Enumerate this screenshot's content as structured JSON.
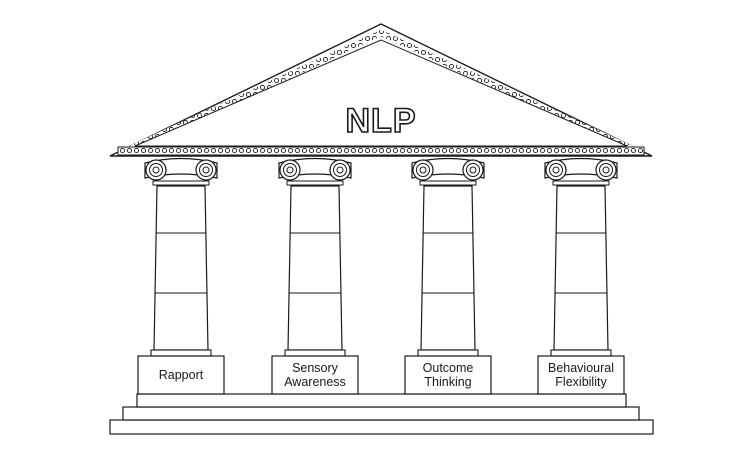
{
  "diagram": {
    "roof_label": "NLP",
    "pillars": [
      {
        "lines": [
          "Rapport"
        ]
      },
      {
        "lines": [
          "Sensory",
          "Awareness"
        ]
      },
      {
        "lines": [
          "Outcome",
          "Thinking"
        ]
      },
      {
        "lines": [
          "Behavioural",
          "Flexibility"
        ]
      }
    ]
  },
  "colors": {
    "stroke": "#1a1a1a",
    "fill": "#ffffff"
  }
}
